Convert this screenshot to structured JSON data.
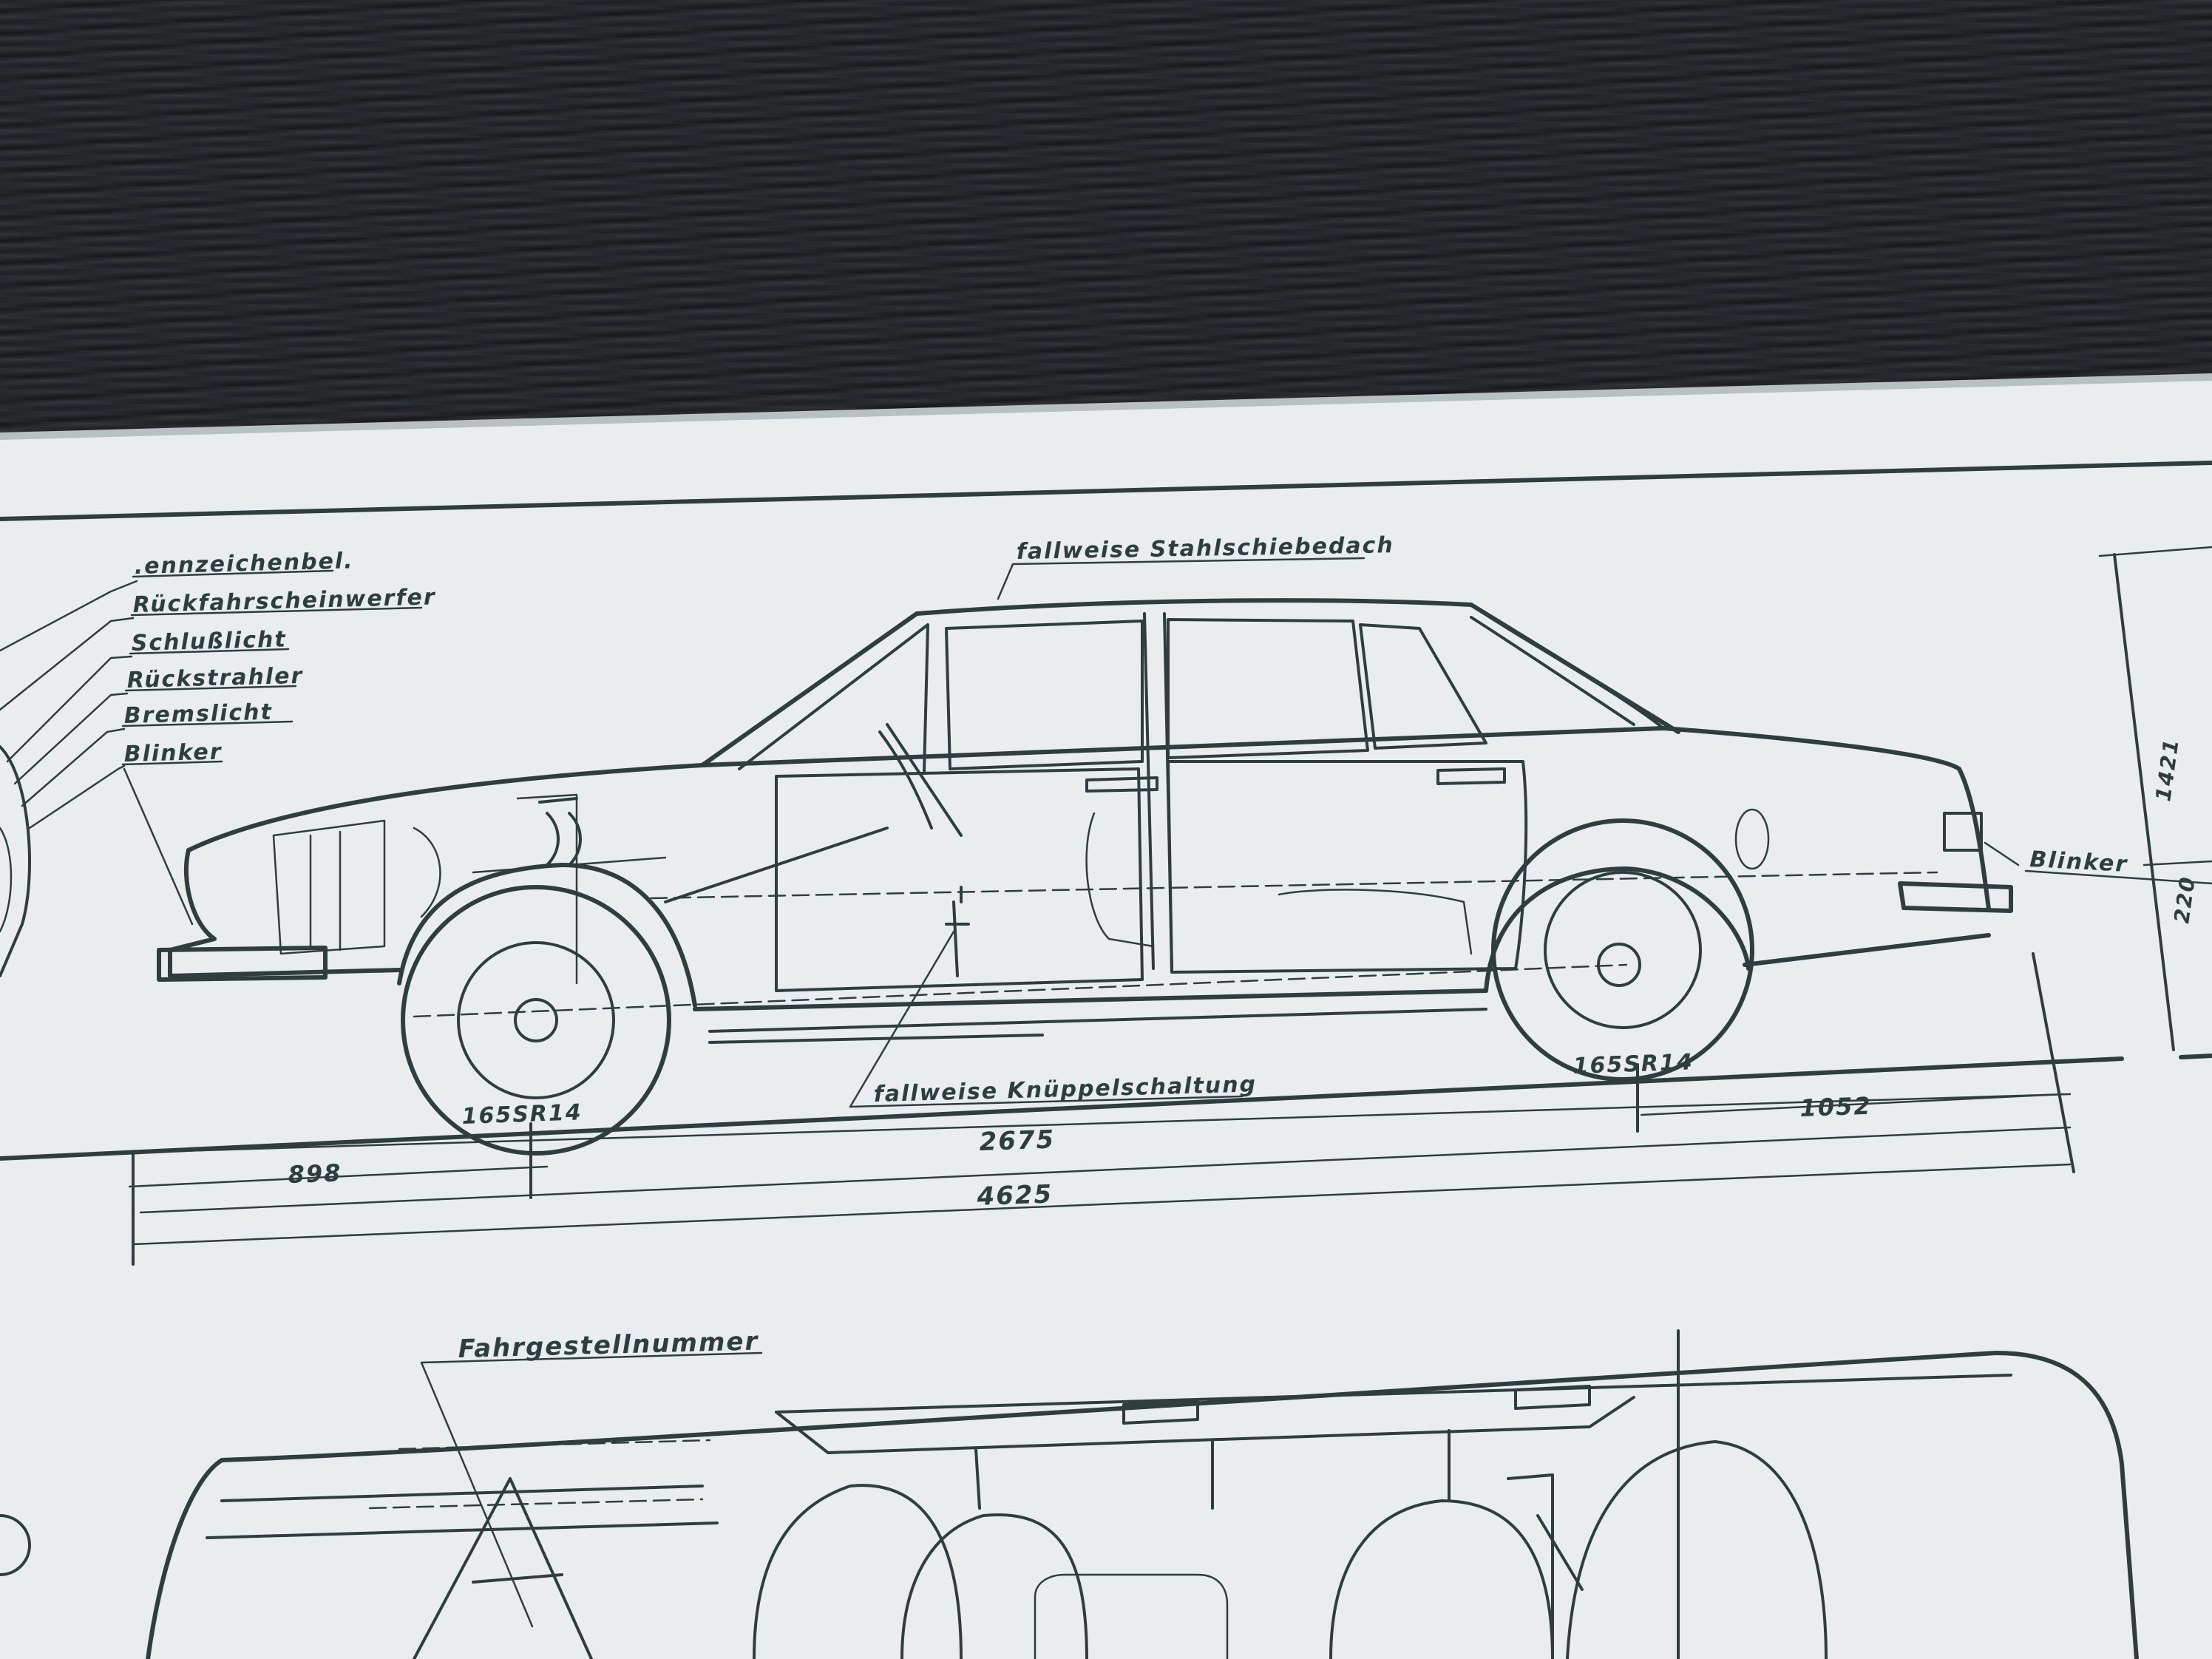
{
  "labels": {
    "license_plate_light": ".ennzeichenbel.",
    "reversing_light": "Rückfahrscheinwerfer",
    "tail_light": "Schlußlicht",
    "reflector": "Rückstrahler",
    "brake_light": "Bremslicht",
    "turn_signal_rear": "Blinker",
    "sunroof": "fallweise  Stahlschiebedach",
    "turn_signal_front": "Blinker",
    "floor_shift": "fallweise  Knüppelschaltung",
    "chassis_number": "Fahrgestellnummer"
  },
  "tires": {
    "front": "165SR14",
    "rear": "165SR14"
  },
  "dimensions": {
    "front_overhang": "898",
    "wheelbase": "2675",
    "rear_overhang": "1052",
    "overall_length": "4625",
    "height": "1421",
    "partial_height": "220"
  },
  "colors": {
    "ink": "#2f3d3f",
    "paper": "#e9edee",
    "table": "#24252a"
  }
}
